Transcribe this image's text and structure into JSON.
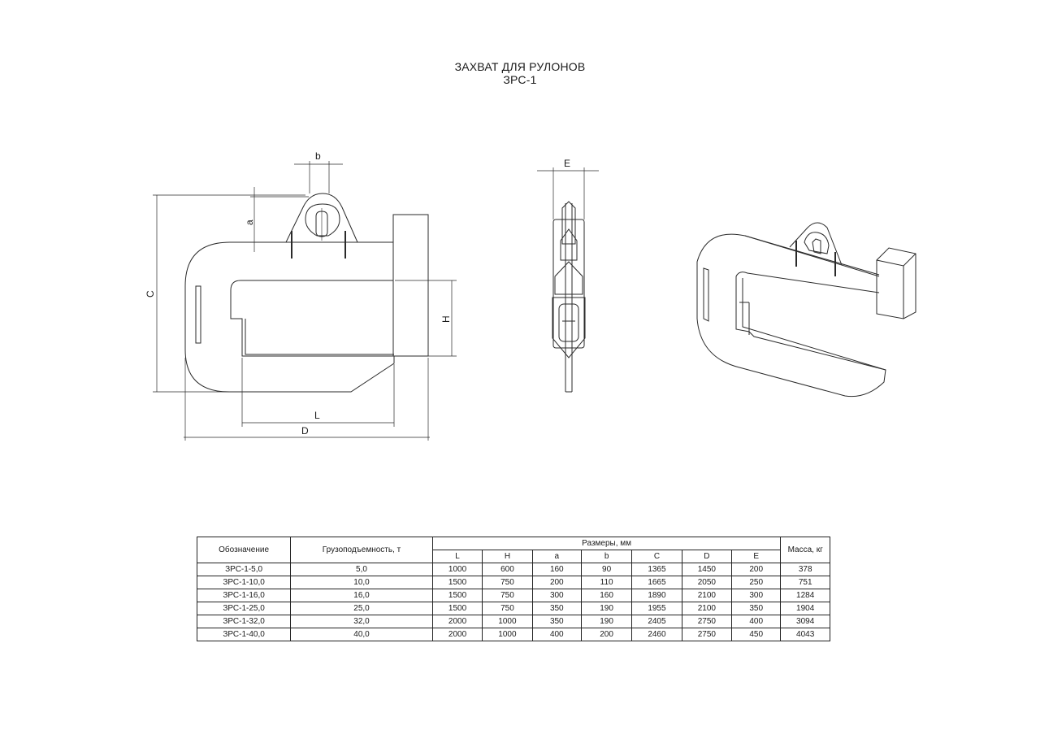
{
  "title": {
    "line1": "ЗАХВАТ ДЛЯ РУЛОНОВ",
    "line2": "ЗРС-1"
  },
  "dimension_labels": {
    "b": "b",
    "a": "a",
    "C": "C",
    "H": "H",
    "L": "L",
    "D": "D",
    "E": "E"
  },
  "table": {
    "headers": {
      "designation": "Обозначение",
      "capacity": "Грузоподъемность, т",
      "dimensions": "Размеры, мм",
      "mass": "Масса, кг",
      "dim_columns": [
        "L",
        "H",
        "a",
        "b",
        "C",
        "D",
        "E"
      ]
    },
    "rows": [
      [
        "ЗРС-1-5,0",
        "5,0",
        "1000",
        "600",
        "160",
        "90",
        "1365",
        "1450",
        "200",
        "378"
      ],
      [
        "ЗРС-1-10,0",
        "10,0",
        "1500",
        "750",
        "200",
        "110",
        "1665",
        "2050",
        "250",
        "751"
      ],
      [
        "ЗРС-1-16,0",
        "16,0",
        "1500",
        "750",
        "300",
        "160",
        "1890",
        "2100",
        "300",
        "1284"
      ],
      [
        "ЗРС-1-25,0",
        "25,0",
        "1500",
        "750",
        "350",
        "190",
        "1955",
        "2100",
        "350",
        "1904"
      ],
      [
        "ЗРС-1-32,0",
        "32,0",
        "2000",
        "1000",
        "350",
        "190",
        "2405",
        "2750",
        "400",
        "3094"
      ],
      [
        "ЗРС-1-40,0",
        "40,0",
        "2000",
        "1000",
        "400",
        "200",
        "2460",
        "2750",
        "450",
        "4043"
      ]
    ]
  }
}
